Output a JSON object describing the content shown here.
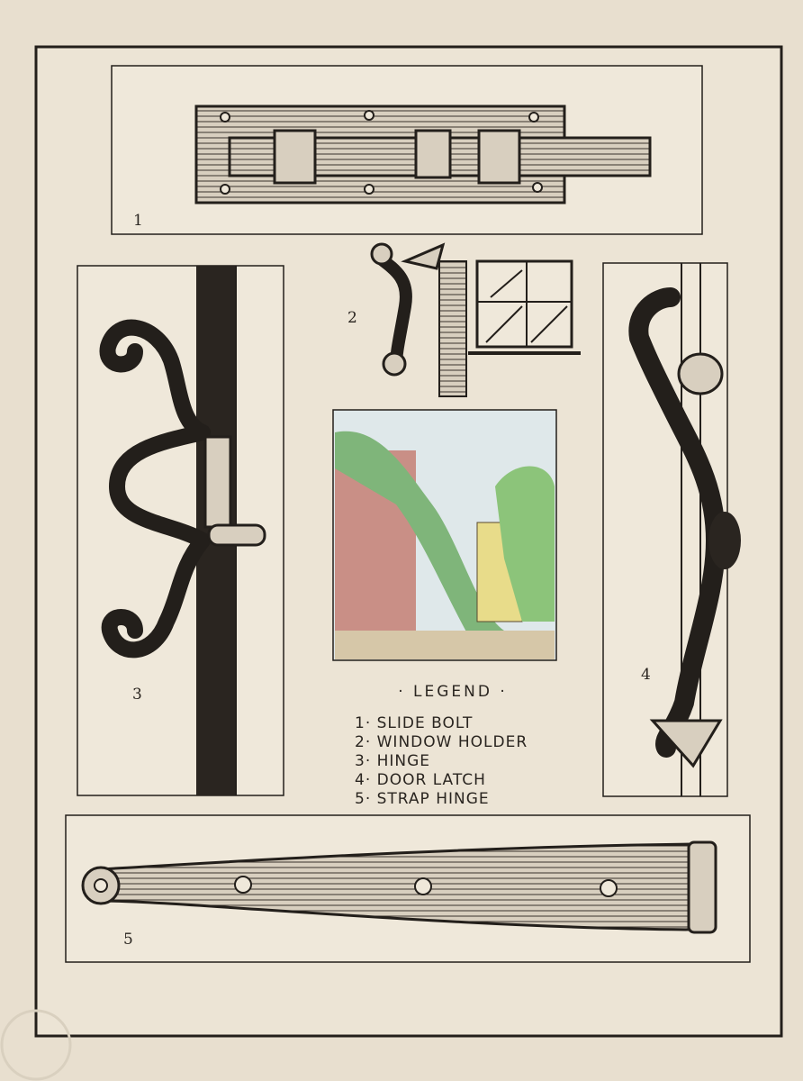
{
  "plate_numbers": [
    "1",
    "2",
    "3",
    "4",
    "5"
  ],
  "legend": {
    "title": "· LEGEND ·",
    "items": [
      "1· SLIDE BOLT",
      "2· WINDOW HOLDER",
      "3· HINGE",
      "4· DOOR LATCH",
      "5· STRAP HINGE"
    ]
  },
  "colors": {
    "paper": "#e8dfcf",
    "panel": "#efe8da",
    "ink": "#231f1b",
    "foliage": "#7fb57a",
    "wall": "#c98f86",
    "house": "#e8dc8a",
    "sky": "#dfe8ea"
  }
}
